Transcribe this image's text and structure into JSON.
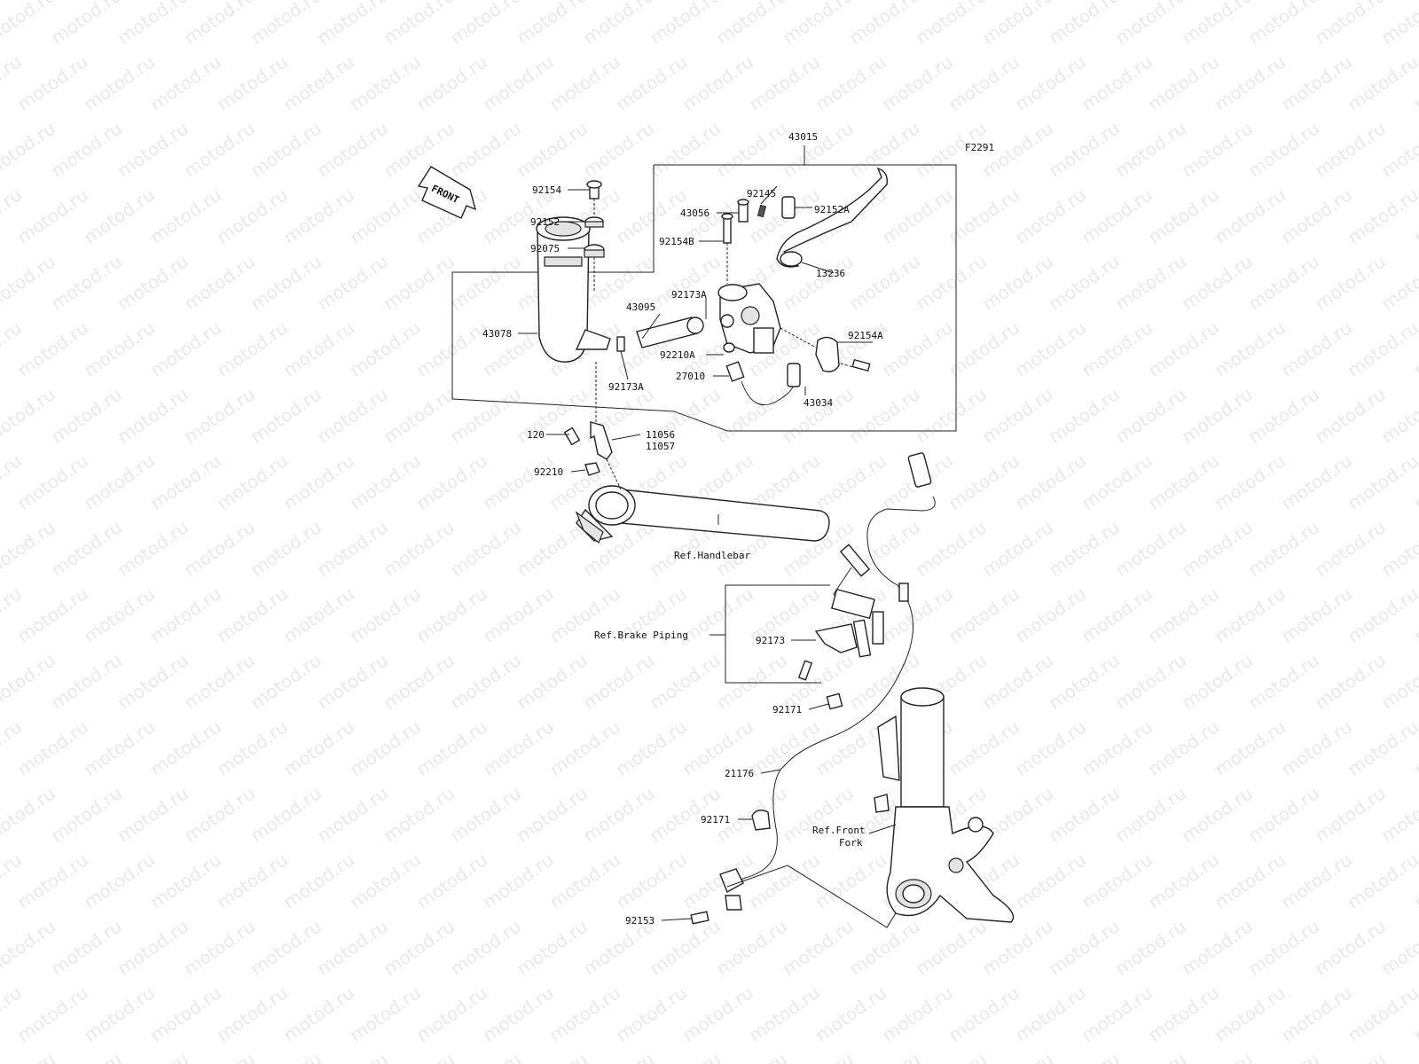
{
  "watermark": "motod.ru",
  "diagram_code": "F2291",
  "front_label": "FRONT",
  "parts": [
    {
      "id": "p43015",
      "label": "43015"
    },
    {
      "id": "p92154",
      "label": "92154"
    },
    {
      "id": "p92152",
      "label": "92152"
    },
    {
      "id": "p92075",
      "label": "92075"
    },
    {
      "id": "p92145",
      "label": "92145"
    },
    {
      "id": "p43056",
      "label": "43056"
    },
    {
      "id": "p92152A",
      "label": "92152A"
    },
    {
      "id": "p92154B",
      "label": "92154B"
    },
    {
      "id": "p13236",
      "label": "13236"
    },
    {
      "id": "p92173A_top",
      "label": "92173A"
    },
    {
      "id": "p43095",
      "label": "43095"
    },
    {
      "id": "p43078",
      "label": "43078"
    },
    {
      "id": "p92210A",
      "label": "92210A"
    },
    {
      "id": "p92154A",
      "label": "92154A"
    },
    {
      "id": "p27010",
      "label": "27010"
    },
    {
      "id": "p92173A_bot",
      "label": "92173A"
    },
    {
      "id": "p43034",
      "label": "43034"
    },
    {
      "id": "p120",
      "label": "120"
    },
    {
      "id": "p11056",
      "label": "11056"
    },
    {
      "id": "p11057",
      "label": "11057"
    },
    {
      "id": "p92210",
      "label": "92210"
    },
    {
      "id": "p92173",
      "label": "92173"
    },
    {
      "id": "p92171_top",
      "label": "92171"
    },
    {
      "id": "p21176",
      "label": "21176"
    },
    {
      "id": "p92171_bot",
      "label": "92171"
    },
    {
      "id": "p92153",
      "label": "92153"
    }
  ],
  "references": {
    "handlebar": "Ref.Handlebar",
    "brake_piping": "Ref.Brake Piping",
    "front_fork_1": "Ref.Front",
    "front_fork_2": "Fork"
  }
}
